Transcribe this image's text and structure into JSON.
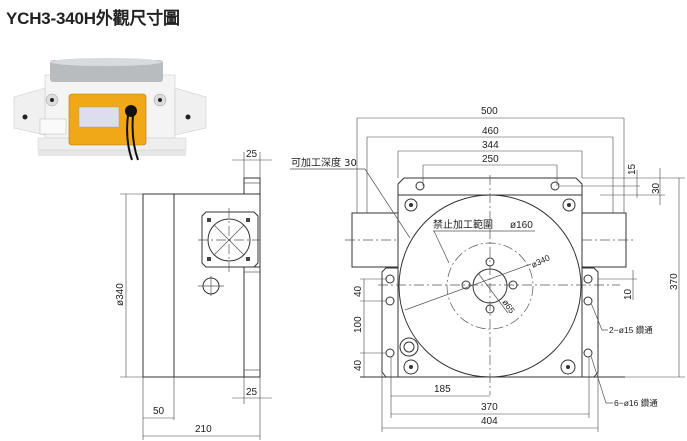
{
  "title": "YCH3-340H外觀尺寸圖",
  "photo": {
    "label": "product-photo"
  },
  "side_view": {
    "dim_top": "25",
    "dim_bottom": "25",
    "dim_diameter": "ø340",
    "dim_50": "50",
    "dim_210": "210"
  },
  "front_view": {
    "dim_500": "500",
    "dim_460": "460",
    "dim_344": "344",
    "dim_250": "250",
    "dim_15": "15",
    "dim_30": "30",
    "dim_10": "10",
    "dim_370_height": "370",
    "dim_40_top": "40",
    "dim_100": "100",
    "dim_40_bottom": "40",
    "dim_185": "185",
    "dim_370_width": "370",
    "dim_404": "404",
    "dim_phi340": "ø340",
    "dim_phi65": "ø65",
    "note_depth": "可加工深度  30",
    "note_forbidden": "禁止加工範圍",
    "note_forbidden_dia": "ø160",
    "note_holes_2": "2−ø15 鑽通",
    "note_holes_6": "6−ø16 鑽通"
  },
  "colors": {
    "housing": "#f2f2f2",
    "plate": "#f0a818",
    "table": "#b9bcbf"
  }
}
